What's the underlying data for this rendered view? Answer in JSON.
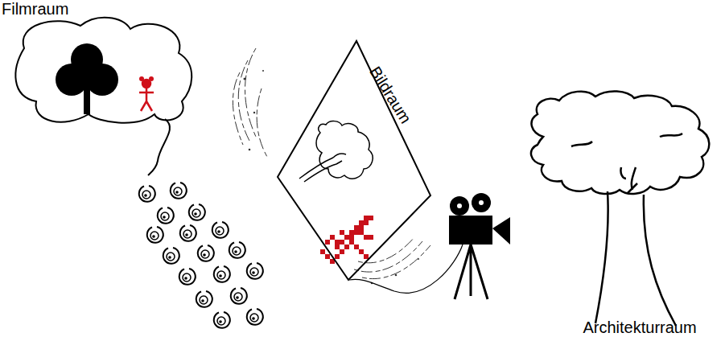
{
  "diagram": {
    "nodes": [
      {
        "text": [
          "Filmraum"
        ]
      },
      {
        "text": [
          "Bildraum"
        ]
      },
      {
        "text": [
          "Architekturraum"
        ]
      }
    ]
  }
}
